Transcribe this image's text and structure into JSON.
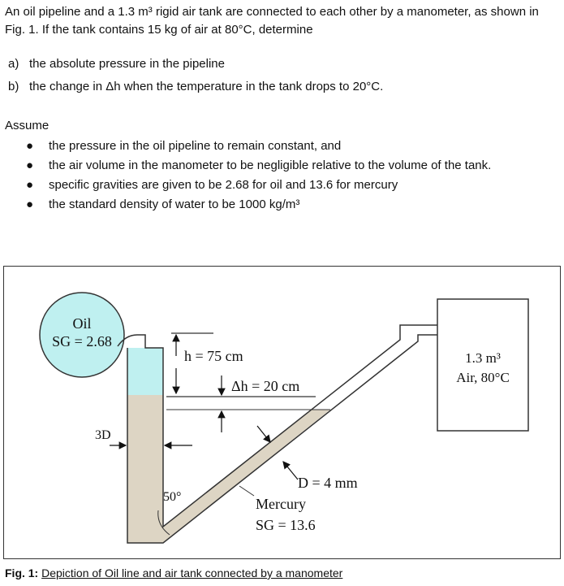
{
  "intro": "An oil pipeline and a 1.3 m³ rigid air tank are connected to each other by a manometer, as shown in Fig. 1. If the tank contains 15 kg of air at 80°C, determine",
  "parts": [
    {
      "label": "a)",
      "text": "the absolute pressure in the pipeline"
    },
    {
      "label": "b)",
      "text": "the change in Δh when the temperature in the tank drops to 20°C."
    }
  ],
  "assume_label": "Assume",
  "assumptions": [
    "the pressure in the oil pipeline to remain constant, and",
    "the air volume in the manometer to be negligible relative to the volume of the tank.",
    "specific gravities are given to be 2.68 for oil and 13.6 for mercury",
    "the standard density of water to be 1000 kg/m³"
  ],
  "figure": {
    "oil_name": "Oil",
    "oil_sg": "SG = 2.68",
    "h_label": "h = 75 cm",
    "dh_label": "Δh = 20 cm",
    "tank_volume": "1.3 m³",
    "tank_air": "Air, 80°C",
    "d3_label": "3D",
    "angle_label": "50°",
    "diameter_label": "D = 4 mm",
    "mercury_name": "Mercury",
    "mercury_sg": "SG = 13.6",
    "colors": {
      "oil": "#bff0f0",
      "mercury": "#ddd5c4",
      "outline": "#333333"
    }
  },
  "caption": {
    "prefix": "Fig. 1:",
    "text": "Depiction of Oil line and air tank connected by a manometer"
  }
}
